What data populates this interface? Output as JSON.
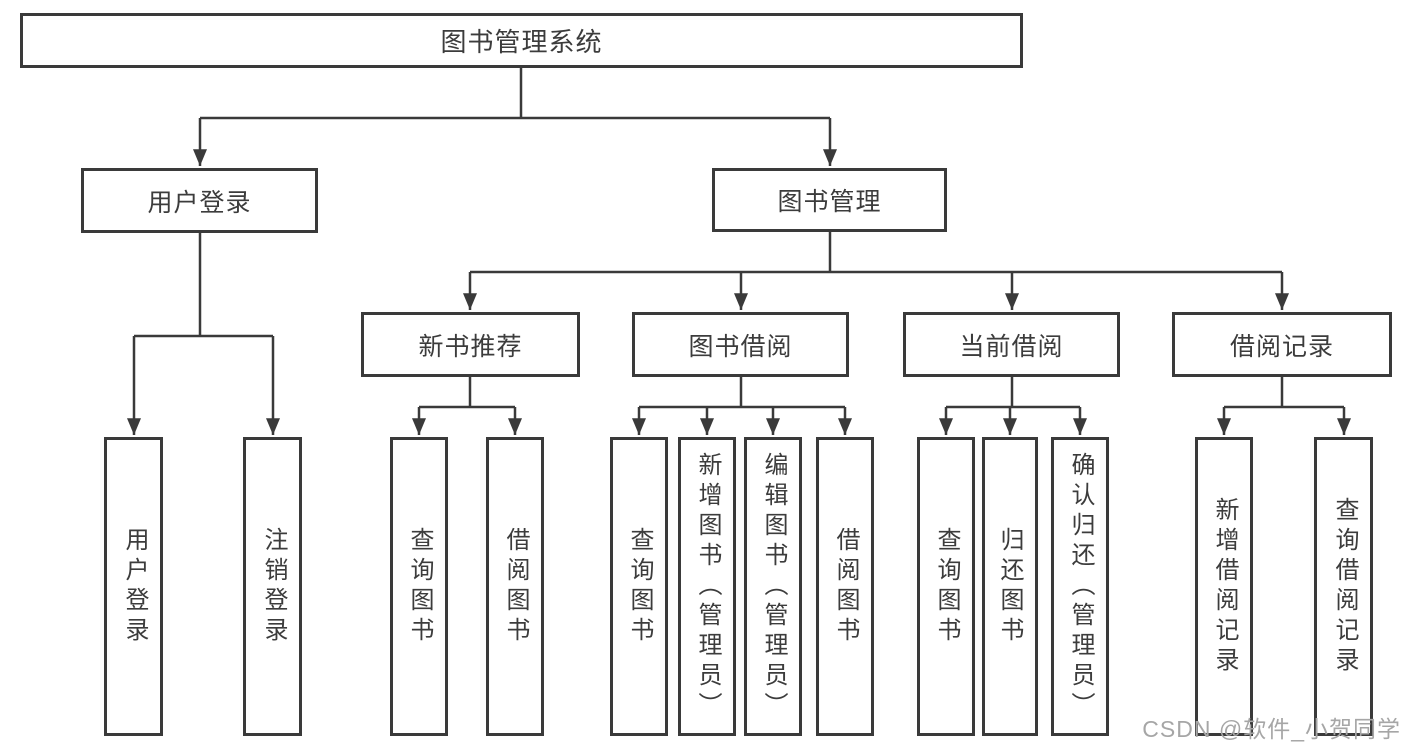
{
  "diagram": {
    "root": "图书管理系统",
    "user_login": {
      "label": "用户登录",
      "children": [
        "用户登录",
        "注销登录"
      ]
    },
    "book_management": {
      "label": "图书管理",
      "new_book_recommend": {
        "label": "新书推荐",
        "children": [
          "查询图书",
          "借阅图书"
        ]
      },
      "book_borrowing": {
        "label": "图书借阅",
        "children": [
          "查询图书",
          "新增图书（管理员）",
          "编辑图书（管理员）",
          "借阅图书"
        ]
      },
      "current_borrowing": {
        "label": "当前借阅",
        "children": [
          "查询图书",
          "归还图书",
          "确认归还（管理员）"
        ]
      },
      "borrowing_records": {
        "label": "借阅记录",
        "children": [
          "新增借阅记录",
          "查询借阅记录"
        ]
      }
    }
  },
  "watermark": "CSDN @软件_小贺同学",
  "colors": {
    "line": "#3a3a3a",
    "text": "#3c3c3c",
    "watermark": "#a6a6a6",
    "background": "#ffffff"
  }
}
